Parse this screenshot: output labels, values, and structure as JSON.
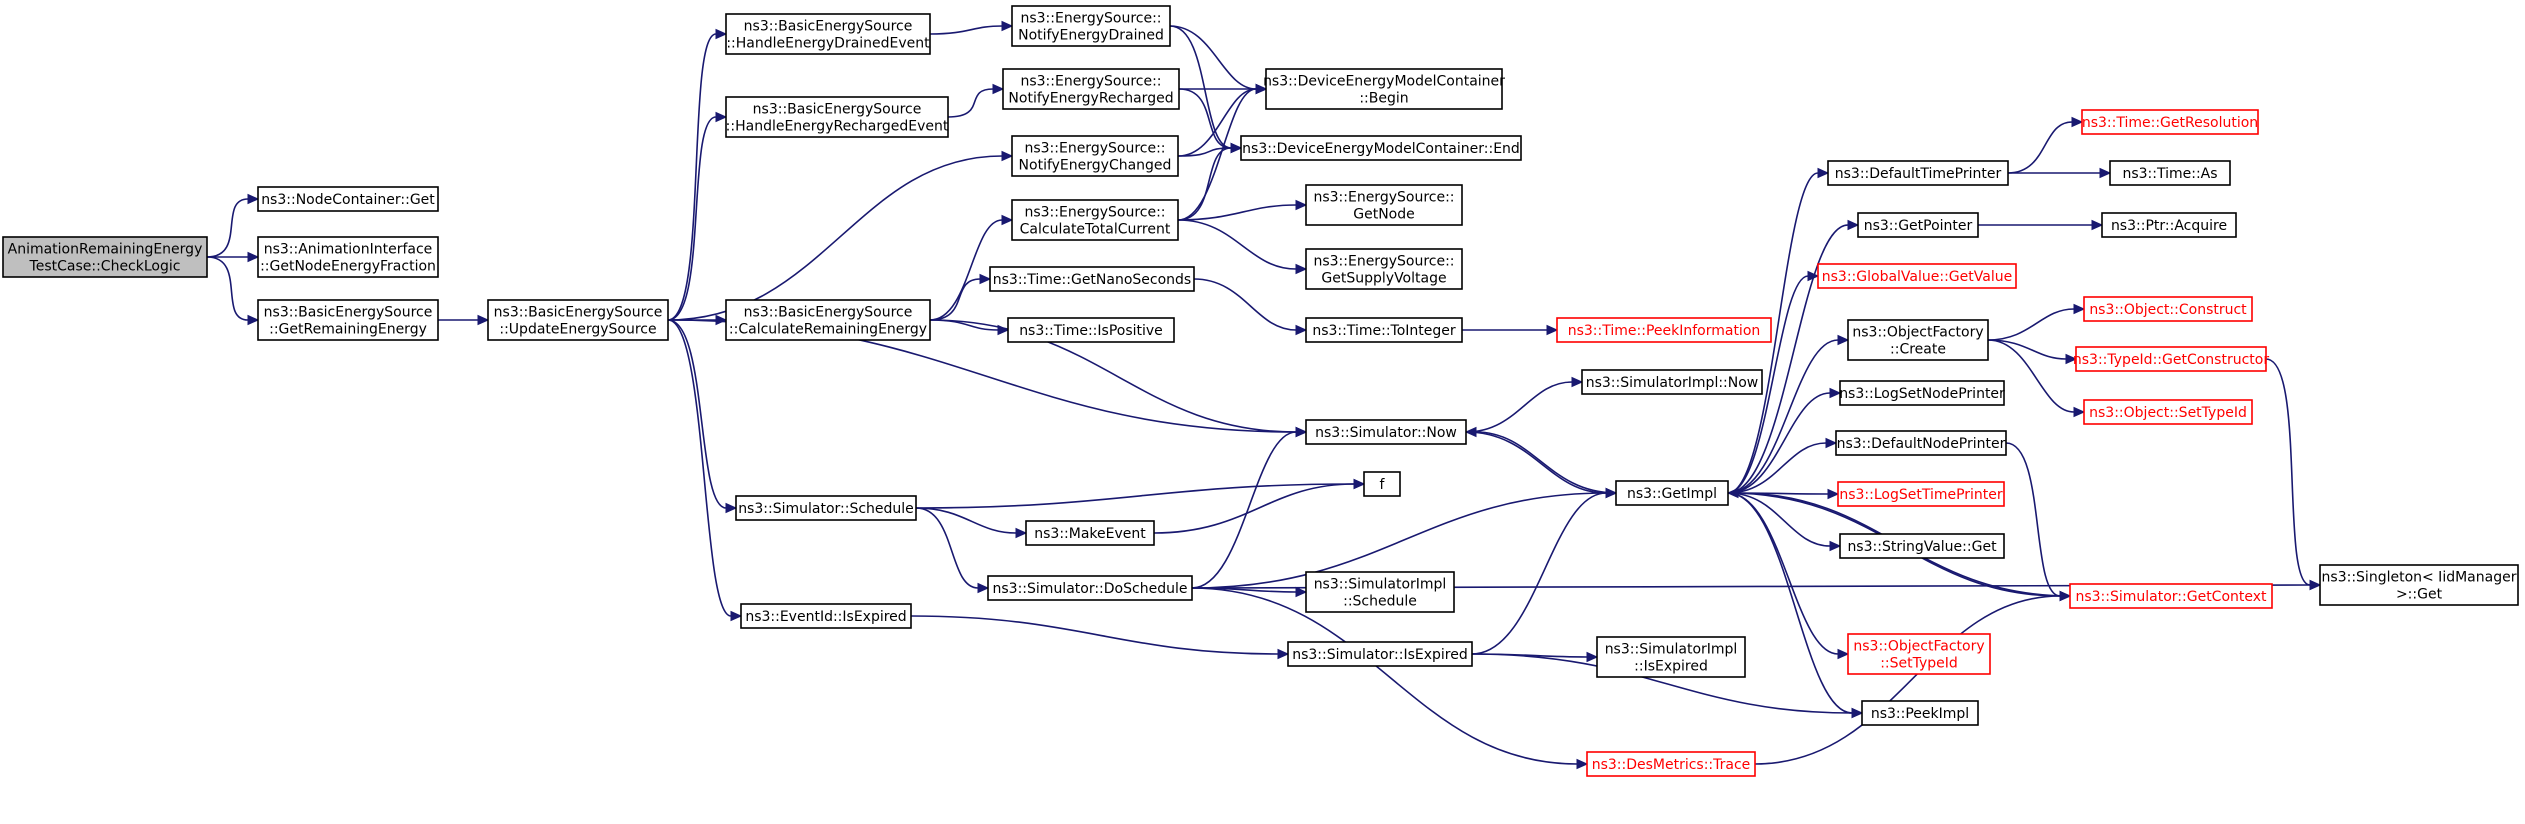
{
  "graph": {
    "type": "call-graph",
    "edge_color": "#191970",
    "node_border_color": "#000000",
    "incomplete_node_border_color": "#ff0000",
    "root_fill_color": "#bfbfbf",
    "nodes": [
      {
        "id": "root",
        "lines": [
          "AnimationRemainingEnergy",
          "TestCase::CheckLogic"
        ],
        "style": "root"
      },
      {
        "id": "nodecontainer_get",
        "lines": [
          "ns3::NodeContainer::Get"
        ],
        "style": "normal"
      },
      {
        "id": "anim_getnodeenergy",
        "lines": [
          "ns3::AnimationInterface",
          "::GetNodeEnergyFraction"
        ],
        "style": "normal"
      },
      {
        "id": "bes_getremaining",
        "lines": [
          "ns3::BasicEnergySource",
          "::GetRemainingEnergy"
        ],
        "style": "normal"
      },
      {
        "id": "bes_update",
        "lines": [
          "ns3::BasicEnergySource",
          "::UpdateEnergySource"
        ],
        "style": "normal"
      },
      {
        "id": "bes_drained",
        "lines": [
          "ns3::BasicEnergySource",
          "::HandleEnergyDrainedEvent"
        ],
        "style": "normal"
      },
      {
        "id": "bes_recharged",
        "lines": [
          "ns3::BasicEnergySource",
          "::HandleEnergyRechargedEvent"
        ],
        "style": "normal"
      },
      {
        "id": "bes_calcremaining",
        "lines": [
          "ns3::BasicEnergySource",
          "::CalculateRemainingEnergy"
        ],
        "style": "normal"
      },
      {
        "id": "sim_schedule",
        "lines": [
          "ns3::Simulator::Schedule"
        ],
        "style": "normal"
      },
      {
        "id": "eventid_isexpired",
        "lines": [
          "ns3::EventId::IsExpired"
        ],
        "style": "normal"
      },
      {
        "id": "es_notifydrained",
        "lines": [
          "ns3::EnergySource::",
          "NotifyEnergyDrained"
        ],
        "style": "normal"
      },
      {
        "id": "es_notifyrecharged",
        "lines": [
          "ns3::EnergySource::",
          "NotifyEnergyRecharged"
        ],
        "style": "normal"
      },
      {
        "id": "es_notifychanged",
        "lines": [
          "ns3::EnergySource::",
          "NotifyEnergyChanged"
        ],
        "style": "normal"
      },
      {
        "id": "es_calctotal",
        "lines": [
          "ns3::EnergySource::",
          "CalculateTotalCurrent"
        ],
        "style": "normal"
      },
      {
        "id": "time_getnano",
        "lines": [
          "ns3::Time::GetNanoSeconds"
        ],
        "style": "normal"
      },
      {
        "id": "time_ispositive",
        "lines": [
          "ns3::Time::IsPositive"
        ],
        "style": "normal"
      },
      {
        "id": "makeevent",
        "lines": [
          "ns3::MakeEvent"
        ],
        "style": "normal"
      },
      {
        "id": "sim_doschedule",
        "lines": [
          "ns3::Simulator::DoSchedule"
        ],
        "style": "normal"
      },
      {
        "id": "demc_begin",
        "lines": [
          "ns3::DeviceEnergyModelContainer",
          "::Begin"
        ],
        "style": "normal"
      },
      {
        "id": "demc_end",
        "lines": [
          "ns3::DeviceEnergyModelContainer::End"
        ],
        "style": "normal"
      },
      {
        "id": "es_getnode",
        "lines": [
          "ns3::EnergySource::",
          "GetNode"
        ],
        "style": "normal"
      },
      {
        "id": "es_getsupply",
        "lines": [
          "ns3::EnergySource::",
          "GetSupplyVoltage"
        ],
        "style": "normal"
      },
      {
        "id": "time_tointeger",
        "lines": [
          "ns3::Time::ToInteger"
        ],
        "style": "normal"
      },
      {
        "id": "sim_now",
        "lines": [
          "ns3::Simulator::Now"
        ],
        "style": "normal"
      },
      {
        "id": "f",
        "lines": [
          "f"
        ],
        "style": "normal"
      },
      {
        "id": "simimpl_schedule",
        "lines": [
          "ns3::SimulatorImpl",
          "::Schedule"
        ],
        "style": "normal"
      },
      {
        "id": "sim_isexpired",
        "lines": [
          "ns3::Simulator::IsExpired"
        ],
        "style": "normal"
      },
      {
        "id": "desmetrics_trace",
        "lines": [
          "ns3::DesMetrics::Trace"
        ],
        "style": "incomplete"
      },
      {
        "id": "time_peekinfo",
        "lines": [
          "ns3::Time::PeekInformation"
        ],
        "style": "incomplete"
      },
      {
        "id": "simimpl_now",
        "lines": [
          "ns3::SimulatorImpl::Now"
        ],
        "style": "normal"
      },
      {
        "id": "getimpl",
        "lines": [
          "ns3::GetImpl"
        ],
        "style": "normal"
      },
      {
        "id": "simimpl_isexpired",
        "lines": [
          "ns3::SimulatorImpl",
          "::IsExpired"
        ],
        "style": "normal"
      },
      {
        "id": "default_time_printer",
        "lines": [
          "ns3::DefaultTimePrinter"
        ],
        "style": "normal"
      },
      {
        "id": "getpointer",
        "lines": [
          "ns3::GetPointer"
        ],
        "style": "normal"
      },
      {
        "id": "globalvalue_getvalue",
        "lines": [
          "ns3::GlobalValue::GetValue"
        ],
        "style": "incomplete"
      },
      {
        "id": "objectfactory_create",
        "lines": [
          "ns3::ObjectFactory",
          "::Create"
        ],
        "style": "normal"
      },
      {
        "id": "logsetnodeprinter",
        "lines": [
          "ns3::LogSetNodePrinter"
        ],
        "style": "normal"
      },
      {
        "id": "defaultnodeprinter",
        "lines": [
          "ns3::DefaultNodePrinter"
        ],
        "style": "normal"
      },
      {
        "id": "logsettimeprinter",
        "lines": [
          "ns3::LogSetTimePrinter"
        ],
        "style": "incomplete"
      },
      {
        "id": "stringvalue_get",
        "lines": [
          "ns3::StringValue::Get"
        ],
        "style": "normal"
      },
      {
        "id": "sim_getcontext",
        "lines": [
          "ns3::Simulator::GetContext"
        ],
        "style": "incomplete"
      },
      {
        "id": "objectfactory_settypeid",
        "lines": [
          "ns3::ObjectFactory",
          "::SetTypeId"
        ],
        "style": "incomplete"
      },
      {
        "id": "peekimpl",
        "lines": [
          "ns3::PeekImpl"
        ],
        "style": "normal"
      },
      {
        "id": "time_getresolution",
        "lines": [
          "ns3::Time::GetResolution"
        ],
        "style": "incomplete"
      },
      {
        "id": "time_as",
        "lines": [
          "ns3::Time::As"
        ],
        "style": "normal"
      },
      {
        "id": "ptr_acquire",
        "lines": [
          "ns3::Ptr::Acquire"
        ],
        "style": "normal"
      },
      {
        "id": "object_construct",
        "lines": [
          "ns3::Object::Construct"
        ],
        "style": "incomplete"
      },
      {
        "id": "typeid_getconstructor",
        "lines": [
          "ns3::TypeId::GetConstructor"
        ],
        "style": "incomplete"
      },
      {
        "id": "object_settypeid",
        "lines": [
          "ns3::Object::SetTypeId"
        ],
        "style": "incomplete"
      },
      {
        "id": "singleton_get",
        "lines": [
          "ns3::Singleton< IidManager",
          ">::Get"
        ],
        "style": "normal"
      }
    ],
    "edges": [
      [
        "root",
        "nodecontainer_get"
      ],
      [
        "root",
        "anim_getnodeenergy"
      ],
      [
        "root",
        "bes_getremaining"
      ],
      [
        "bes_getremaining",
        "bes_update"
      ],
      [
        "bes_update",
        "bes_drained"
      ],
      [
        "bes_update",
        "bes_recharged"
      ],
      [
        "bes_update",
        "es_notifychanged"
      ],
      [
        "bes_update",
        "bes_calcremaining"
      ],
      [
        "bes_update",
        "sim_now"
      ],
      [
        "bes_update",
        "sim_schedule"
      ],
      [
        "bes_update",
        "eventid_isexpired"
      ],
      [
        "bes_drained",
        "es_notifydrained"
      ],
      [
        "bes_recharged",
        "es_notifyrecharged"
      ],
      [
        "bes_calcremaining",
        "es_calctotal"
      ],
      [
        "bes_calcremaining",
        "time_getnano"
      ],
      [
        "bes_calcremaining",
        "time_ispositive"
      ],
      [
        "bes_calcremaining",
        "sim_now"
      ],
      [
        "es_notifydrained",
        "demc_begin"
      ],
      [
        "es_notifydrained",
        "demc_end"
      ],
      [
        "es_notifyrecharged",
        "demc_begin"
      ],
      [
        "es_notifyrecharged",
        "demc_end"
      ],
      [
        "es_notifychanged",
        "demc_begin"
      ],
      [
        "es_notifychanged",
        "demc_end"
      ],
      [
        "es_calctotal",
        "demc_begin"
      ],
      [
        "es_calctotal",
        "demc_end"
      ],
      [
        "es_calctotal",
        "es_getnode"
      ],
      [
        "es_calctotal",
        "es_getsupply"
      ],
      [
        "time_getnano",
        "time_tointeger"
      ],
      [
        "time_tointeger",
        "time_peekinfo"
      ],
      [
        "sim_schedule",
        "makeevent"
      ],
      [
        "sim_schedule",
        "f"
      ],
      [
        "sim_schedule",
        "sim_doschedule"
      ],
      [
        "makeevent",
        "f"
      ],
      [
        "sim_doschedule",
        "sim_now"
      ],
      [
        "sim_doschedule",
        "getimpl"
      ],
      [
        "sim_doschedule",
        "simimpl_schedule"
      ],
      [
        "sim_doschedule",
        "desmetrics_trace"
      ],
      [
        "sim_doschedule",
        "singleton_get"
      ],
      [
        "eventid_isexpired",
        "sim_isexpired"
      ],
      [
        "sim_now",
        "simimpl_now"
      ],
      [
        "sim_now",
        "getimpl"
      ],
      [
        "sim_isexpired",
        "getimpl"
      ],
      [
        "sim_isexpired",
        "simimpl_isexpired"
      ],
      [
        "sim_isexpired",
        "peekimpl"
      ],
      [
        "getimpl",
        "default_time_printer"
      ],
      [
        "getimpl",
        "getpointer"
      ],
      [
        "getimpl",
        "globalvalue_getvalue"
      ],
      [
        "getimpl",
        "objectfactory_create"
      ],
      [
        "getimpl",
        "logsetnodeprinter"
      ],
      [
        "getimpl",
        "defaultnodeprinter"
      ],
      [
        "getimpl",
        "logsettimeprinter"
      ],
      [
        "getimpl",
        "stringvalue_get"
      ],
      [
        "getimpl",
        "sim_getcontext"
      ],
      [
        "getimpl",
        "objectfactory_settypeid"
      ],
      [
        "getimpl",
        "peekimpl"
      ],
      [
        "getimpl",
        "sim_now"
      ],
      [
        "sim_getcontext",
        "getimpl"
      ],
      [
        "desmetrics_trace",
        "sim_getcontext"
      ],
      [
        "defaultnodeprinter",
        "sim_getcontext"
      ],
      [
        "default_time_printer",
        "time_getresolution"
      ],
      [
        "default_time_printer",
        "time_as"
      ],
      [
        "getpointer",
        "ptr_acquire"
      ],
      [
        "objectfactory_create",
        "object_construct"
      ],
      [
        "objectfactory_create",
        "typeid_getconstructor"
      ],
      [
        "objectfactory_create",
        "object_settypeid"
      ],
      [
        "typeid_getconstructor",
        "singleton_get"
      ]
    ]
  }
}
